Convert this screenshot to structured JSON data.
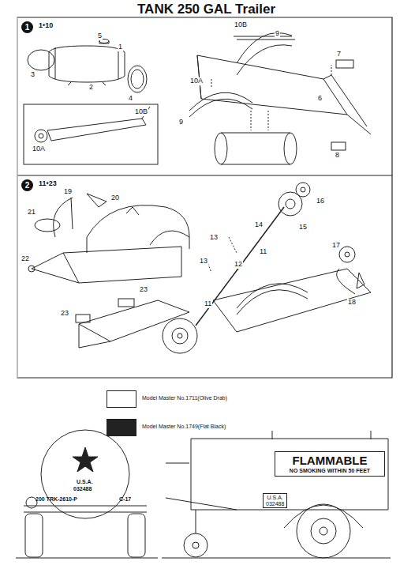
{
  "diagram": {
    "title": "TANK 250 GAL Trailer",
    "nodes": [
      {
        "text": [
          "1"
        ]
      },
      {
        "text": [
          "2"
        ]
      },
      {
        "text": [
          "FLAMMABLE",
          "NO SMOKING WITHIN 50 FEET"
        ]
      },
      {
        "text": [
          "U.S.A.",
          "032488"
        ]
      }
    ],
    "edges": [],
    "labels": [
      "1•10",
      "5",
      "1",
      "3",
      "2",
      "4",
      "10B",
      "9",
      "7",
      "10A",
      "6",
      "9",
      "8",
      "10B",
      "10A",
      "11•23",
      "19",
      "20",
      "21",
      "22",
      "23",
      "23",
      "16",
      "14",
      "15",
      "13",
      "11",
      "13",
      "12",
      "17",
      "18",
      "11",
      "U.S.A.",
      "032488",
      "200 TRK-2610-P",
      "C-17"
    ],
    "legend": [
      {
        "text": "Model Master No.1711(Olive Drab)",
        "color": "#ffffff"
      },
      {
        "text": "Model Master No.1749(Flat Black)",
        "color": "#222222"
      }
    ]
  }
}
